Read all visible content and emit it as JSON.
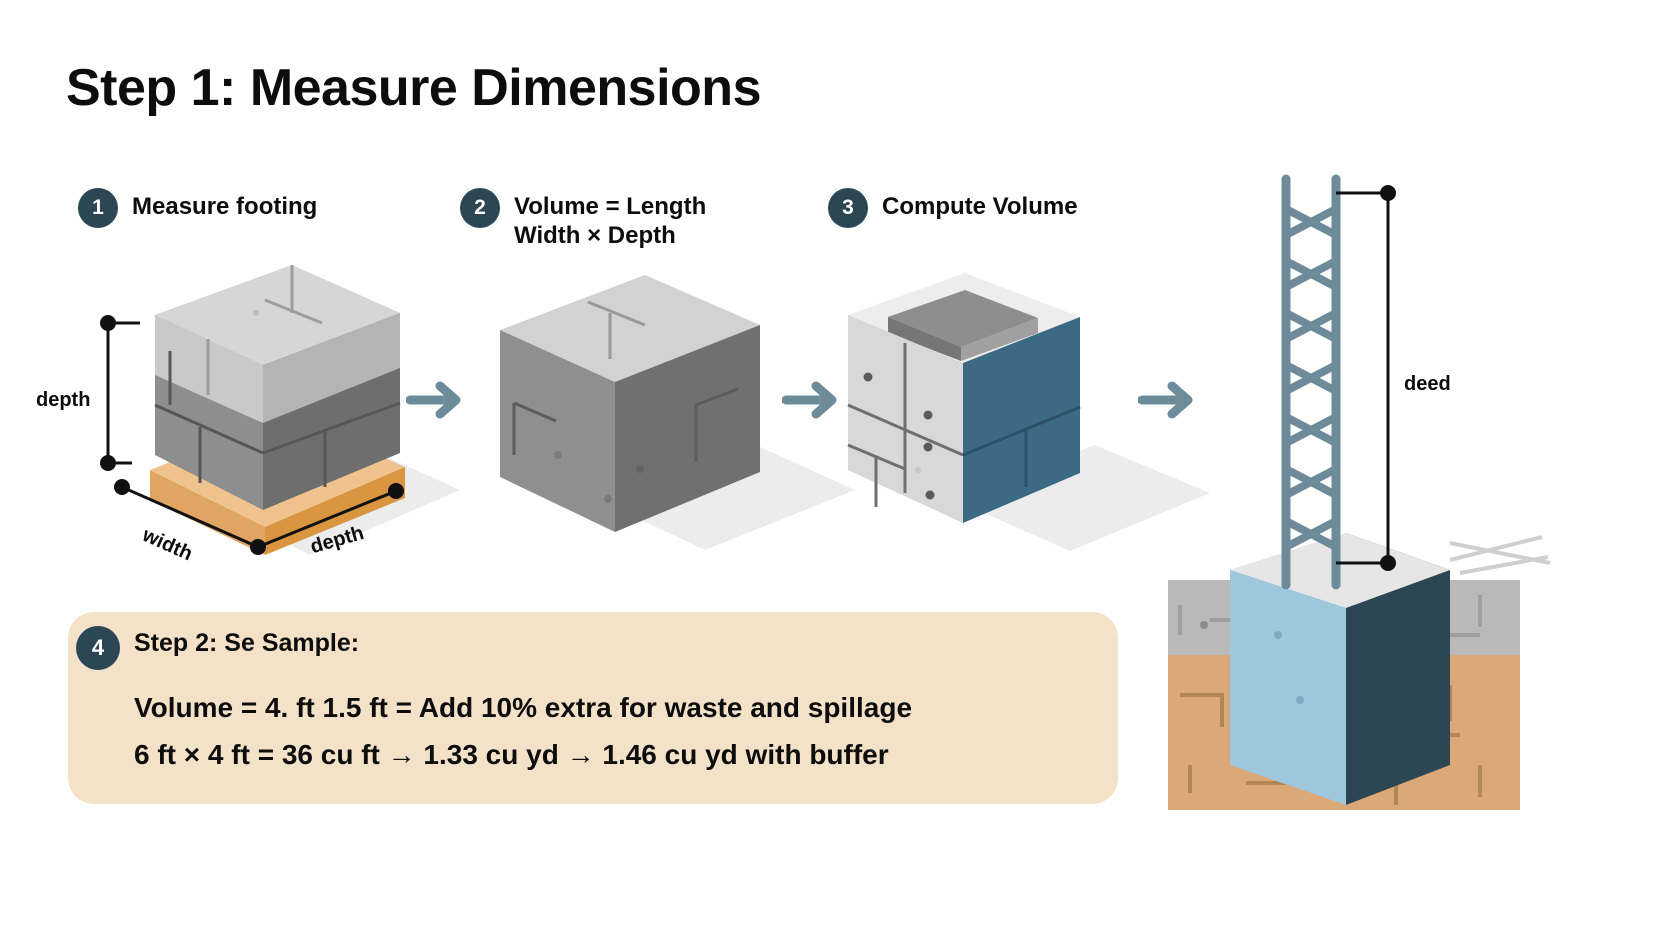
{
  "page": {
    "title": "Step 1: Measure Dimensions",
    "background_color": "#ffffff"
  },
  "theme": {
    "badge_color": "#2d4654",
    "callout_background": "#f4e2c8",
    "accent_blue": "#3c6a85",
    "arrow_color": "#6e8b99",
    "wood_color": "#e8b579",
    "concrete_light": "#d9d9d9",
    "concrete_mid": "#9a9a9a",
    "soil_color": "#dba877",
    "text_color": "#0d0d0d"
  },
  "steps": [
    {
      "number": "1",
      "label": "Measure footing"
    },
    {
      "number": "2",
      "label": "Volume = Length\nWidth × Depth"
    },
    {
      "number": "3",
      "label": "Compute Volume"
    }
  ],
  "dimension_labels": {
    "depth_left": "depth",
    "width_bottom": "width",
    "depth_bottom": "depth",
    "deed_right": "deed"
  },
  "callout": {
    "badge": "4",
    "heading": "Step 2: Se Sample:",
    "line_1": "Volume = 4. ft 1.5 ft   = Add 10% extra for waste and spillage",
    "line_2": "6 ft × 4 ft = 36 cu ft → 1.33 cu yd → 1.46 cu yd with buffer"
  },
  "icons": {
    "arrow": "right-arrow-icon"
  }
}
